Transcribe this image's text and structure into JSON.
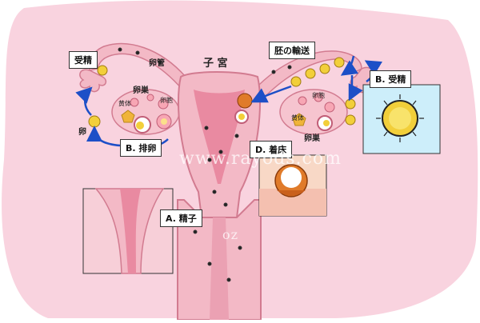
{
  "title": "子 宮",
  "labels": {
    "oviduct": "卵管",
    "ovary_left": "卵巣",
    "ovary_right": "卵巣",
    "egg": "卵",
    "corpus_luteum_left": "黄体",
    "corpus_luteum_right": "黄体",
    "follicle_left": "卵胞",
    "follicle_right": "卵胞"
  },
  "boxes": {
    "fertilization_left": "受精",
    "embryo_transport": "胚の輸送",
    "ovulation": "B. 排卵",
    "fertilization_b": "B. 受精",
    "implantation": "D. 着床",
    "sperm": "A. 精子"
  },
  "watermark": "www.rayods.com",
  "watermark_fragment": "oz",
  "colors": {
    "background_blob": "#f9d3df",
    "uterus_fill": "#f3b9c6",
    "uterus_inner": "#e98aa1",
    "egg_fill": "#f2cf3a",
    "arrow": "#1d4fc7",
    "fertilization_panel": "#cdeefa"
  }
}
